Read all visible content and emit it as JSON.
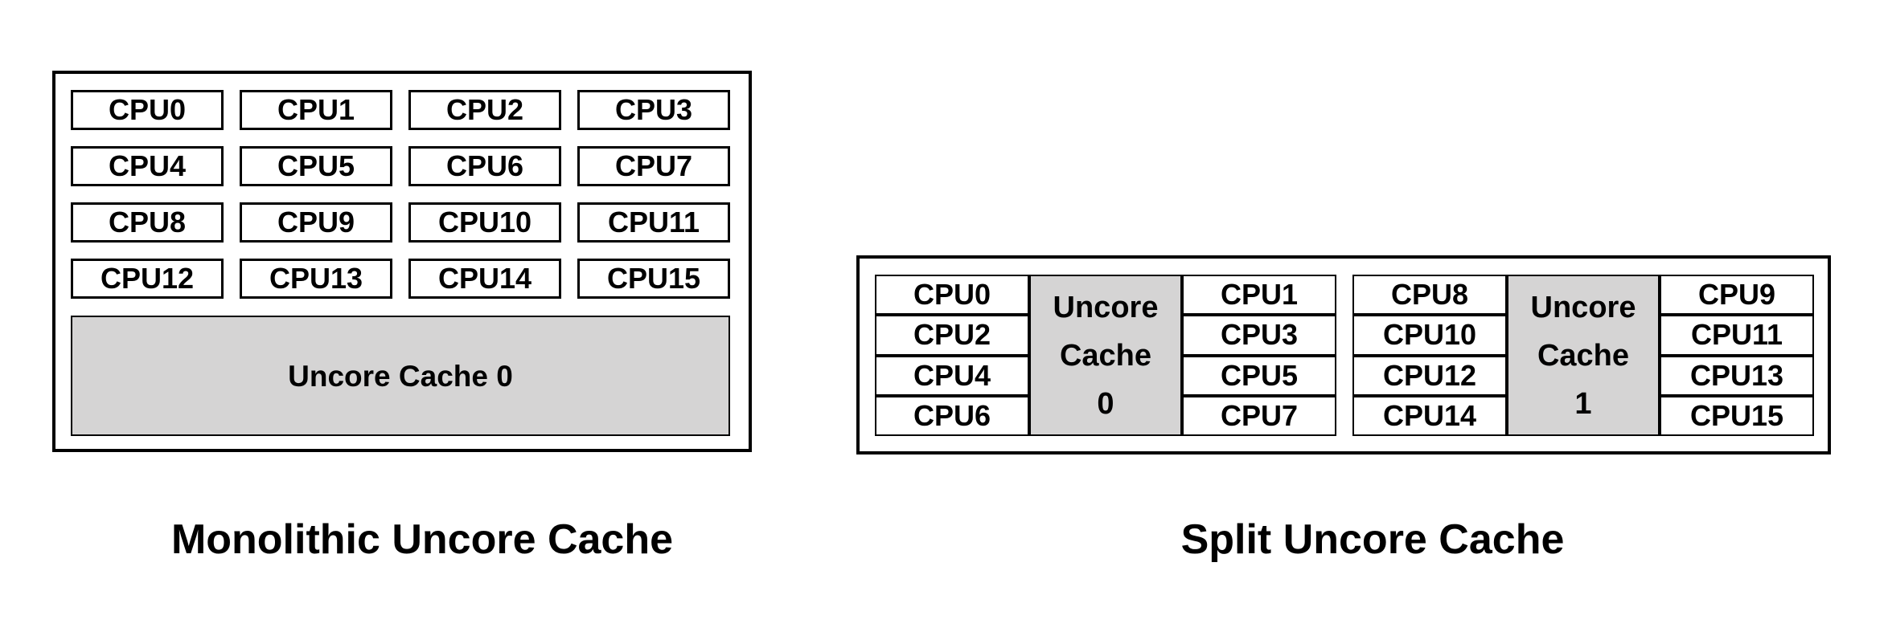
{
  "colors": {
    "background": "#ffffff",
    "border": "#000000",
    "cache_fill": "#d5d4d4",
    "text": "#000000"
  },
  "monolithic": {
    "caption": "Monolithic Uncore Cache",
    "cache": "Uncore Cache 0",
    "cpus": [
      "CPU0",
      "CPU1",
      "CPU2",
      "CPU3",
      "CPU4",
      "CPU5",
      "CPU6",
      "CPU7",
      "CPU8",
      "CPU9",
      "CPU10",
      "CPU11",
      "CPU12",
      "CPU13",
      "CPU14",
      "CPU15"
    ]
  },
  "split": {
    "caption": "Split Uncore Cache",
    "clusters": [
      {
        "left_cpus": [
          "CPU0",
          "CPU2",
          "CPU4",
          "CPU6"
        ],
        "cache": "Uncore\nCache\n0",
        "right_cpus": [
          "CPU1",
          "CPU3",
          "CPU5",
          "CPU7"
        ]
      },
      {
        "left_cpus": [
          "CPU8",
          "CPU10",
          "CPU12",
          "CPU14"
        ],
        "cache": "Uncore\nCache\n1",
        "right_cpus": [
          "CPU9",
          "CPU11",
          "CPU13",
          "CPU15"
        ]
      }
    ]
  }
}
